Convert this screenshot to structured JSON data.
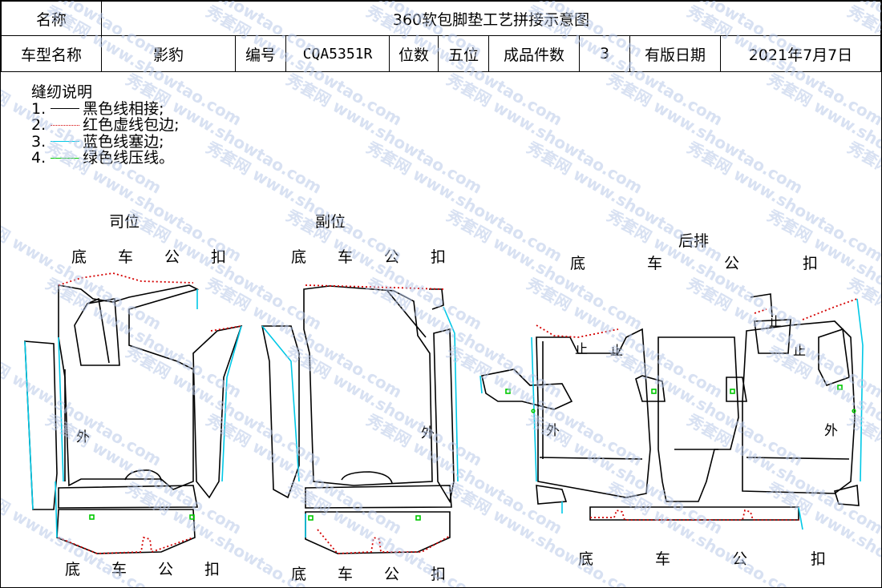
{
  "header": {
    "name_label": "名称",
    "title": "360软包脚垫工艺拼接示意图",
    "model_label": "车型名称",
    "model_value": "影豹",
    "code_label": "编号",
    "code_value": "CQA5351R",
    "seats_label": "位数",
    "seats_value": "五位",
    "pieces_label": "成品件数",
    "pieces_value": "3",
    "date_label": "有版日期",
    "date_value": "2021年7月7日"
  },
  "legend": {
    "title": "缝纫说明",
    "items": [
      {
        "num": "1.",
        "text": "黑色线相接;",
        "color": "#000000",
        "style": "solid"
      },
      {
        "num": "2.",
        "text": "红色虚线包边;",
        "color": "#d40000",
        "style": "dotted"
      },
      {
        "num": "3.",
        "text": "蓝色线塞边;",
        "color": "#00c8e6",
        "style": "solid"
      },
      {
        "num": "4.",
        "text": "绿色线压线。",
        "color": "#00c800",
        "style": "solid"
      }
    ]
  },
  "sections": {
    "driver": "司位",
    "passenger": "副位",
    "rear": "后排"
  },
  "labels": {
    "di": "底",
    "che": "车",
    "gong": "公",
    "kou": "扣",
    "wai": "外",
    "zhi": "止"
  },
  "colors": {
    "line": "#000000",
    "edge_red": "#d40000",
    "edge_blue": "#00c8e6",
    "press_green": "#00c800",
    "watermark": "#b9c9e8"
  },
  "watermark": {
    "cn": "秀套网",
    "en": "www.showtao.com"
  }
}
